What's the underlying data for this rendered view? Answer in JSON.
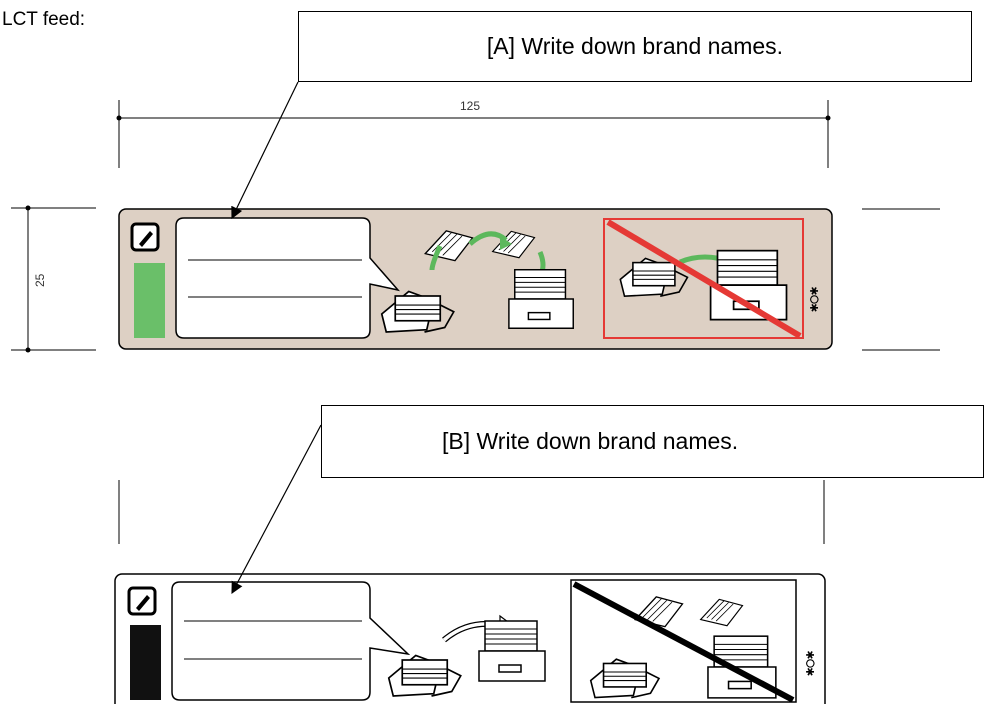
{
  "intro_text": "LCT feed:",
  "callouts": {
    "a": "[A] Write down brand names.",
    "b": "[B] Write down brand names."
  },
  "dimensions": {
    "width_label": "125",
    "height_label": "25"
  },
  "label_a": {
    "background": "#ddd0c4",
    "indicator_color": "#6abf69",
    "prohibited_color": "#e53935"
  },
  "label_b": {
    "background": "#ffffff",
    "indicator_color": "#111111",
    "prohibited_color": "#000000"
  },
  "icons": [
    "pencil-icon",
    "paper-stack-icon",
    "flip-arrow-icon",
    "tray-icon",
    "prohibited-sign-icon",
    "fan-paper-icon"
  ]
}
